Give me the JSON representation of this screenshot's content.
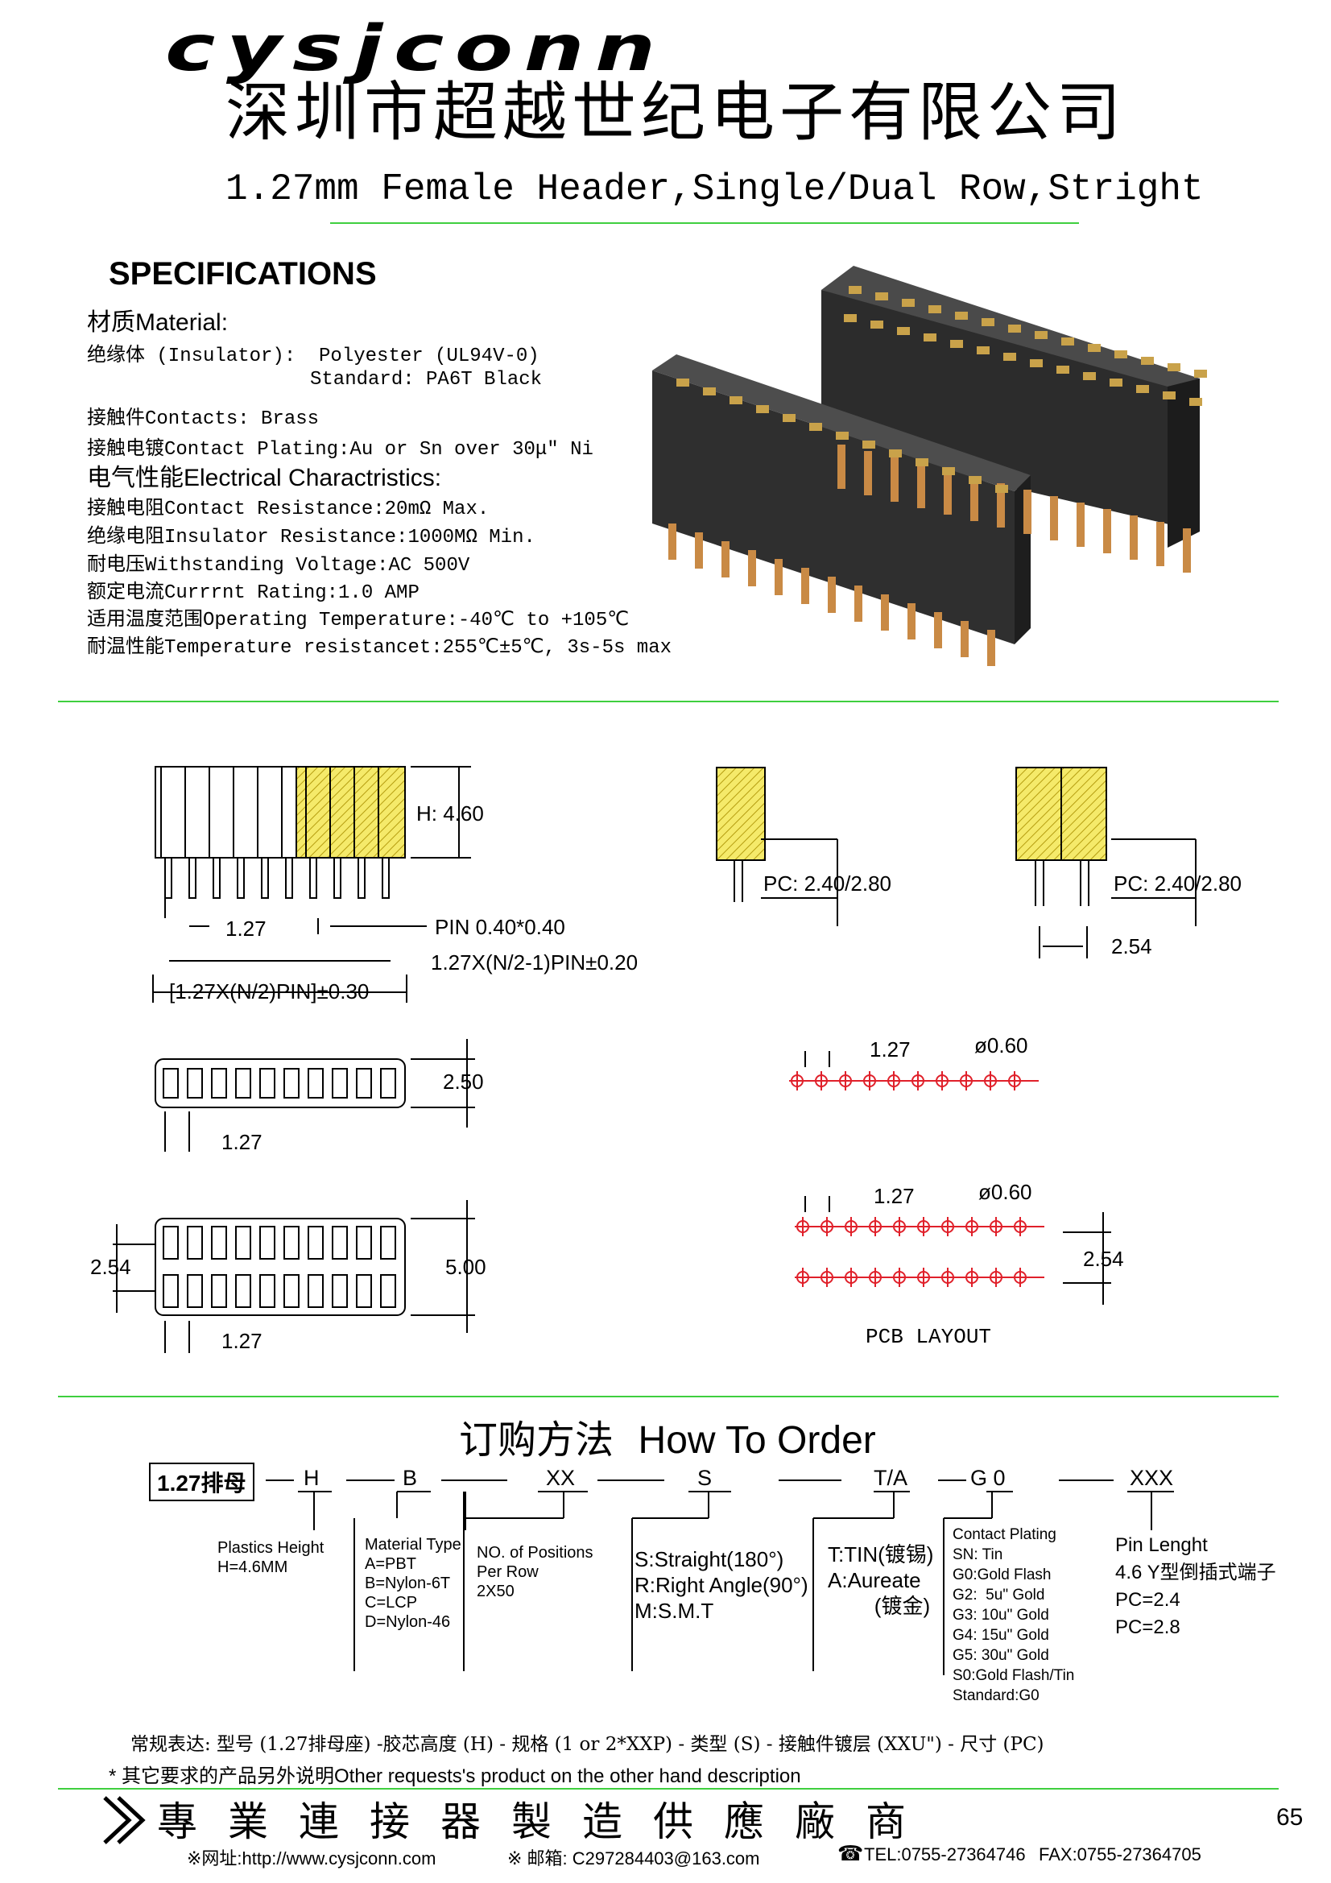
{
  "header": {
    "logo_text": "cysjconn",
    "company_name": "深圳市超越世纪电子有限公司",
    "product_title": "1.27mm Female Header,Single/Dual Row,Stright"
  },
  "specs": {
    "title": "SPECIFICATIONS",
    "material_heading": "材质Material:",
    "insulator": "绝缘体 (Insulator):  Polyester (UL94V-0)",
    "standard": "Standard: PA6T Black",
    "contacts": "接触件Contacts: Brass",
    "plating": "接触电镀Contact Plating:Au or Sn over 30μ\" Ni",
    "electrical_heading": "电气性能Electrical Charactristics:",
    "contact_resistance": "接触电阻Contact Resistance:20mΩ Max.",
    "insulator_resistance": "绝缘电阻Insulator Resistance:1000MΩ Min.",
    "withstanding_voltage": "耐电压Withstanding Voltage:AC 500V",
    "current_rating": "额定电流Currrnt Rating:1.0 AMP",
    "operating_temp": "适用温度范围Operating Temperature:-40℃ to +105℃",
    "temp_resistance": "耐温性能Temperature resistancet:255℃±5℃, 3s-5s max"
  },
  "drawings": {
    "height": "H: 4.60",
    "pitch": "1.27",
    "pin": "PIN 0.40*0.40",
    "formula1": "1.27X(N/2-1)PIN±0.20",
    "formula2": "[1.27X(N/2)PIN]±0.30",
    "pc1": "PC: 2.40/2.80",
    "pc2": "PC: 2.40/2.80",
    "row_pitch_side": "2.54",
    "single_width": "2.50",
    "single_pitch": "1.27",
    "dual_row_pitch": "2.54",
    "dual_width": "5.00",
    "dual_pitch": "1.27",
    "pcb_pitch1": "1.27",
    "pcb_hole1": "ø0.60",
    "pcb_pitch2": "1.27",
    "pcb_hole2": "ø0.60",
    "pcb_row_pitch": "2.54",
    "pcb_layout_label": "PCB LAYOUT"
  },
  "order": {
    "title_cn": "订购方法",
    "title_en": "How To Order",
    "code_box": "1.27排母",
    "code_h": "H",
    "code_b": "B",
    "code_xx": "XX",
    "code_s": "S",
    "code_ta": "T/A",
    "code_g0": "G 0",
    "code_xxx": "XXX",
    "plastics_height": "Plastics Height\nH=4.6MM",
    "material_type": "Material Type\nA=PBT\nB=Nylon-6T\nC=LCP\nD=Nylon-46",
    "positions": "NO. of Positions\nPer Row\n2X50",
    "type_options": "S:Straight(180°)\nR:Right Angle(90°)\nM:S.M.T",
    "tin_options": "T:TIN(镀锡)\nA:Aureate\n        (镀金)",
    "contact_plating": "Contact Plating\nSN: Tin\nG0:Gold Flash\nG2:  5u\" Gold\nG3: 10u\" Gold\nG4: 15u\" Gold\nG5: 30u\" Gold\nS0:Gold Flash/Tin\nStandard:G0",
    "pin_length": "Pin Lenght\n4.6 Y型倒插式端子\nPC=2.4\nPC=2.8",
    "regular_expression": "常规表达: 型号 (1.27排母座) -胶芯高度 (H) - 规格 (1 or 2*XXP) - 类型 (S) - 接触件镀层 (XXU\") - 尺寸 (PC)",
    "other_requests": "* 其它要求的产品另外说明Other requests's product on the other hand description"
  },
  "footer": {
    "slogan": "專業連接器製造供應廠商",
    "page_number": "65",
    "website": "※网址:http://www.cysjconn.com",
    "email": "※ 邮箱: C297284403@163.com",
    "tel": "TEL:0755-27364746",
    "fax": "FAX:0755-27364705"
  },
  "colors": {
    "rule_green": "#3fcf3f",
    "hatch_yellow": "#f2e24a",
    "pcb_red": "#e0202a"
  }
}
